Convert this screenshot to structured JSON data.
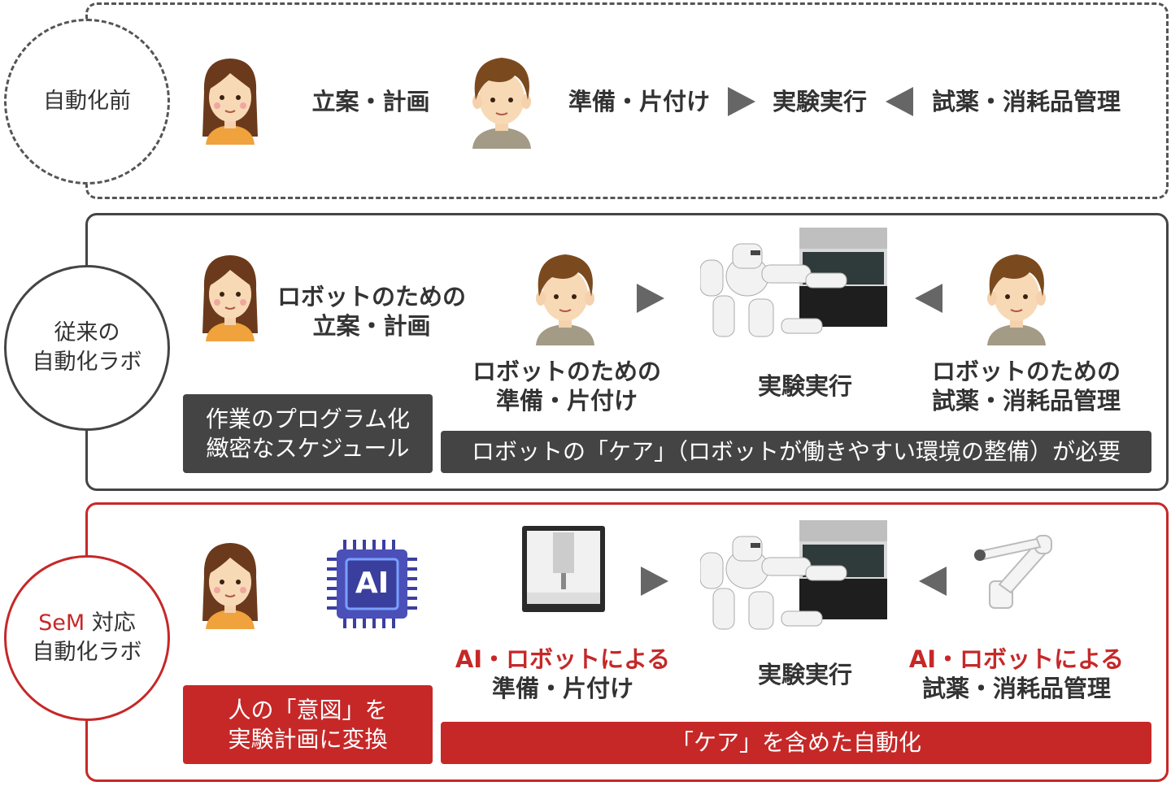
{
  "rows": {
    "before": {
      "label": "自動化前",
      "plan": "立案・計画",
      "prep": "準備・片付け",
      "exec": "実験実行",
      "reagent": "試薬・消耗品管理"
    },
    "conventional": {
      "label_line1": "従来の",
      "label_line2": "自動化ラボ",
      "plan_line1": "ロボットのための",
      "plan_line2": "立案・計画",
      "prep_line1": "ロボットのための",
      "prep_line2": "準備・片付け",
      "exec": "実験実行",
      "reagent_line1": "ロボットのための",
      "reagent_line2": "試薬・消耗品管理",
      "box_line1": "作業のプログラム化",
      "box_line2": "緻密なスケジュール",
      "bar": "ロボットの「ケア」（ロボットが働きやすい環境の整備）が必要"
    },
    "sem": {
      "label_sem": "SeM",
      "label_rest": " 対応",
      "label_line2": "自動化ラボ",
      "ai_chip": "AI",
      "prep_line1": "AI・ロボットによる",
      "prep_line2": "準備・片付け",
      "exec": "実験実行",
      "reagent_line1": "AI・ロボットによる",
      "reagent_line2": "試薬・消耗品管理",
      "box_line1": "人の「意図」を",
      "box_line2": "実験計画に変換",
      "bar": "「ケア」を含めた自動化"
    }
  },
  "colors": {
    "accent": "#c62828",
    "dark": "#444444"
  }
}
